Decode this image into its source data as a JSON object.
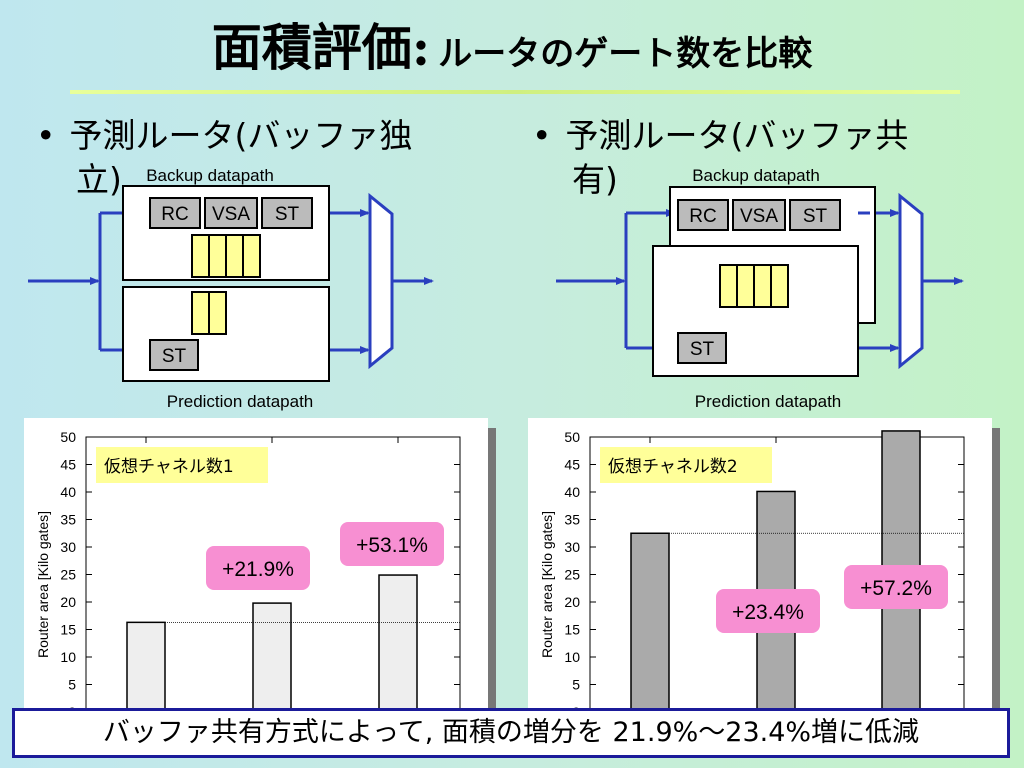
{
  "title": {
    "main": "面積評価:",
    "sub": "ルータのゲート数を比較"
  },
  "bullets": {
    "left": {
      "marker": "•",
      "line1": "予測ルータ(バッファ独",
      "line2": "立)"
    },
    "right": {
      "marker": "•",
      "line1": "予測ルータ(バッファ共",
      "line2": "有)"
    }
  },
  "diagram_labels": {
    "backup": "Backup datapath",
    "prediction": "Prediction datapath",
    "rc": "RC",
    "vsa": "VSA",
    "st": "ST"
  },
  "chart_data": [
    {
      "type": "bar",
      "legend_box": "仮想チャネル数1",
      "ylabel": "Router area [Kilo gates]",
      "ylim": [
        0,
        50
      ],
      "yticks": [
        0,
        5,
        10,
        15,
        20,
        25,
        30,
        35,
        40,
        45,
        50
      ],
      "values": [
        16.3,
        19.8,
        24.9
      ],
      "baseline": 16.3,
      "bar_color": "#eeeeee",
      "annotations": [
        "",
        "+21.9%",
        "+53.1%"
      ]
    },
    {
      "type": "bar",
      "legend_box": "仮想チャネル数2",
      "ylabel": "Router area [Kilo gates]",
      "ylim": [
        0,
        50
      ],
      "yticks": [
        0,
        5,
        10,
        15,
        20,
        25,
        30,
        35,
        40,
        45,
        50
      ],
      "values": [
        32.5,
        40.1,
        51.1
      ],
      "baseline": 32.5,
      "bar_color": "#aaaaaa",
      "annotations": [
        "",
        "+23.4%",
        "+57.2%"
      ]
    }
  ],
  "conclusion": "バッファ共有方式によって, 面積の増分を 21.9%～23.4%増に低減",
  "colors": {
    "arrow": "#2a3fbf",
    "buffer": "#ffff99",
    "module": "#bbbbbb",
    "pink": "#f78fd2",
    "legend_box": "#ffff99"
  }
}
